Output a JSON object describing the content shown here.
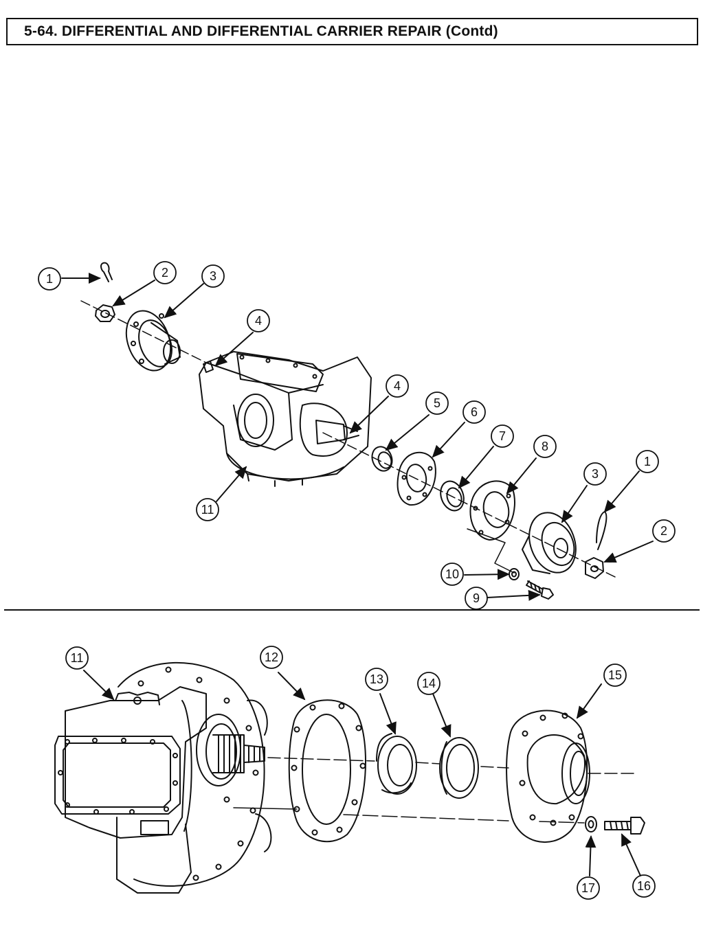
{
  "header": {
    "title": "5-64. DIFFERENTIAL AND DIFFERENTIAL CARRIER REPAIR (Contd)"
  },
  "upper_figure": {
    "callouts": [
      "1",
      "2",
      "3",
      "4",
      "4",
      "5",
      "6",
      "7",
      "8",
      "3",
      "1",
      "2",
      "10",
      "9",
      "11"
    ]
  },
  "lower_figure": {
    "callouts": [
      "11",
      "12",
      "13",
      "14",
      "15",
      "17",
      "16"
    ]
  }
}
